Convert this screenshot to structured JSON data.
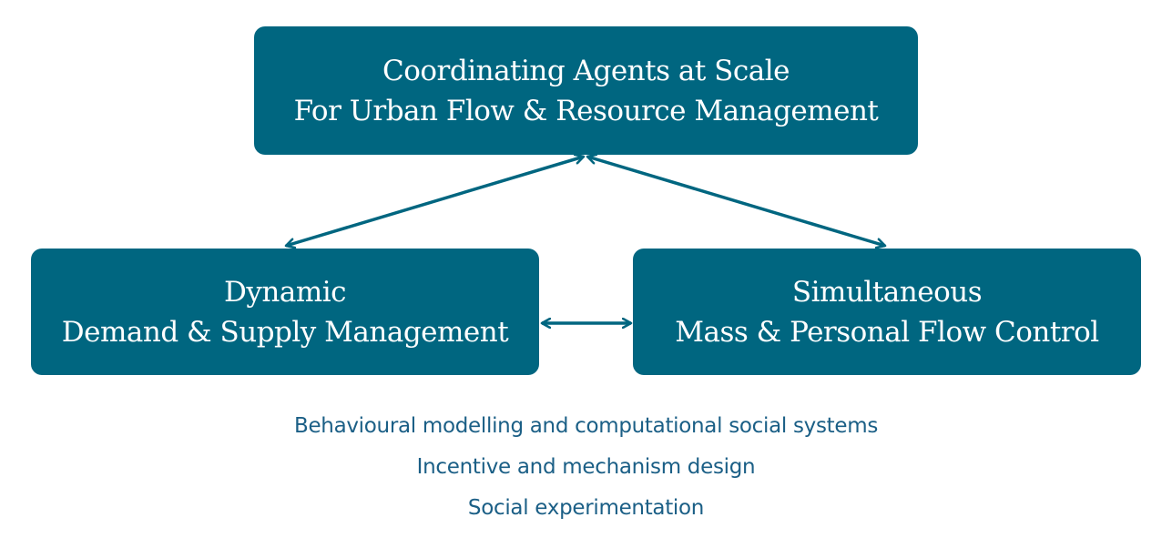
{
  "colors": {
    "box_fill": "#006680",
    "box_text": "#ffffff",
    "arrow": "#006680",
    "list_text": "#1b5f86"
  },
  "nodes": {
    "top": {
      "line1": "Coordinating Agents at Scale",
      "line2": "For Urban Flow & Resource Management"
    },
    "left": {
      "line1": "Dynamic",
      "line2": "Demand & Supply Management"
    },
    "right": {
      "line1": "Simultaneous",
      "line2": "Mass & Personal Flow Control"
    }
  },
  "edges": [
    {
      "from": "top",
      "to": "left",
      "type": "bidirectional"
    },
    {
      "from": "top",
      "to": "right",
      "type": "bidirectional"
    },
    {
      "from": "left",
      "to": "right",
      "type": "bidirectional"
    }
  ],
  "topics": [
    "Behavioural modelling and computational social systems",
    "Incentive and mechanism design",
    "Social experimentation"
  ]
}
